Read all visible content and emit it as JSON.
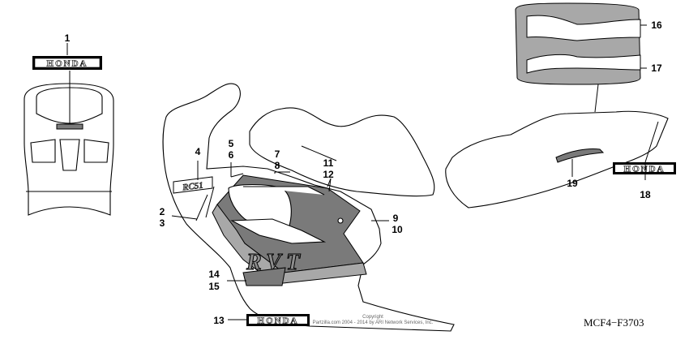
{
  "callouts": {
    "c1": "1",
    "c2": "2",
    "c3": "3",
    "c4": "4",
    "c5": "5",
    "c6": "6",
    "c7": "7",
    "c8": "8",
    "c9": "9",
    "c10": "10",
    "c11": "11",
    "c12": "12",
    "c13": "13",
    "c14": "14",
    "c15": "15",
    "c16": "16",
    "c17": "17",
    "c18": "18",
    "c19": "19"
  },
  "brand_emblem": "HONDA",
  "model_badge": "RC51",
  "side_logo": "RVT",
  "figure_code": "MCF4−F3703",
  "copyright": {
    "line1": "Copyright",
    "line2": "Partzilla.com 2004 - 2014 by ARI Network Services, Inc."
  },
  "colors": {
    "stripe_gray": "#7a7a7a",
    "light_gray": "#a8a8a8",
    "outline": "#000000"
  }
}
